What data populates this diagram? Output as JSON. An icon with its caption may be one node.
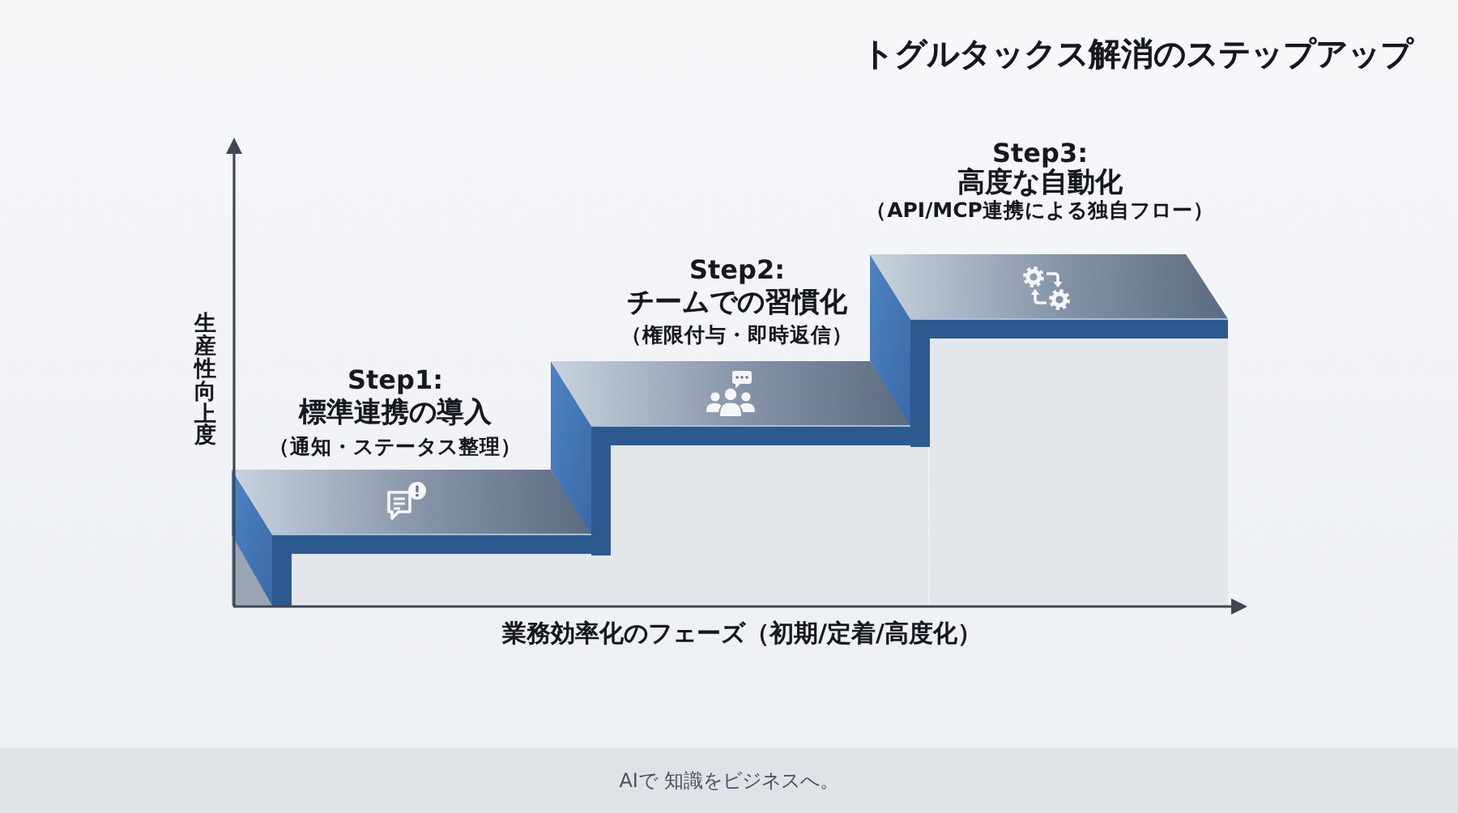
{
  "diagram": {
    "title": "トグルタックス解消のステップアップ",
    "nodes": [
      {
        "text": [
          "Step1:",
          "標準連携の導入",
          "（通知・ステータス整理）"
        ]
      },
      {
        "text": [
          "Step2:",
          "チームでの習慣化",
          "（権限付与・即時返信）"
        ]
      },
      {
        "text": [
          "Step3:",
          "高度な自動化",
          "（API/MCP連携による独自フロー）"
        ]
      }
    ],
    "labels": [
      "生産性向上度",
      "業務効率化のフェーズ（初期/定着/高度化）",
      "AIで 知識をビジネスへ。"
    ]
  }
}
